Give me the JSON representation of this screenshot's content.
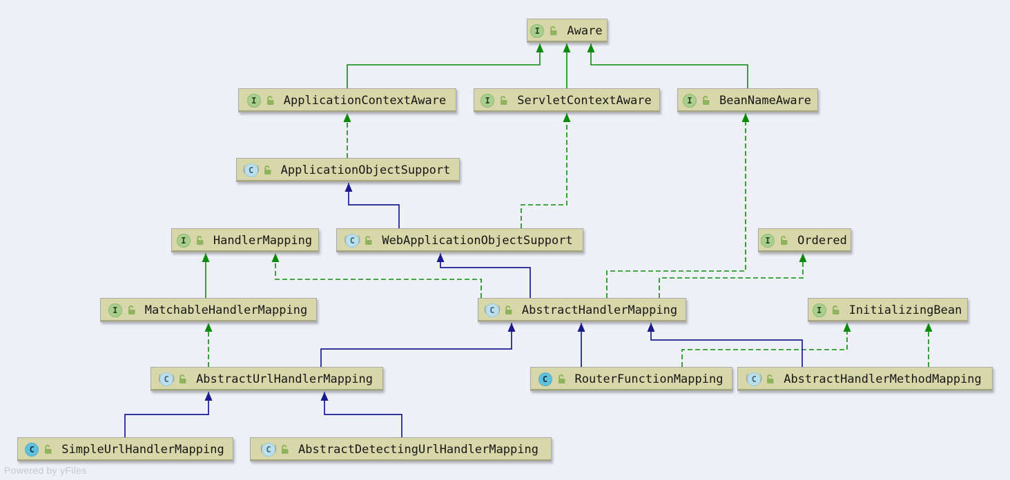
{
  "watermark": "Powered by yFiles",
  "colors": {
    "canvas": "#edf0f5",
    "node_fill": "#d7d7a9",
    "interface_edge": "#0b8a0b",
    "class_edge": "#1a1a8f",
    "interface_icon": "#a8cf8e",
    "class_icon": "#5fc1dc",
    "abstract_class_icon": "#b9e0ec"
  },
  "diagram": {
    "nodes": [
      {
        "id": "aware",
        "label": "Aware",
        "kind": "interface"
      },
      {
        "id": "application-context-aware",
        "label": "ApplicationContextAware",
        "kind": "interface"
      },
      {
        "id": "servlet-context-aware",
        "label": "ServletContextAware",
        "kind": "interface"
      },
      {
        "id": "bean-name-aware",
        "label": "BeanNameAware",
        "kind": "interface"
      },
      {
        "id": "application-object-support",
        "label": "ApplicationObjectSupport",
        "kind": "abstract-class"
      },
      {
        "id": "handler-mapping",
        "label": "HandlerMapping",
        "kind": "interface"
      },
      {
        "id": "web-application-object-support",
        "label": "WebApplicationObjectSupport",
        "kind": "abstract-class"
      },
      {
        "id": "ordered",
        "label": "Ordered",
        "kind": "interface"
      },
      {
        "id": "matchable-handler-mapping",
        "label": "MatchableHandlerMapping",
        "kind": "interface"
      },
      {
        "id": "abstract-handler-mapping",
        "label": "AbstractHandlerMapping",
        "kind": "abstract-class"
      },
      {
        "id": "initializing-bean",
        "label": "InitializingBean",
        "kind": "interface"
      },
      {
        "id": "abstract-url-handler-mapping",
        "label": "AbstractUrlHandlerMapping",
        "kind": "abstract-class"
      },
      {
        "id": "router-function-mapping",
        "label": "RouterFunctionMapping",
        "kind": "class"
      },
      {
        "id": "abstract-handler-method-mapping",
        "label": "AbstractHandlerMethodMapping",
        "kind": "abstract-class"
      },
      {
        "id": "simple-url-handler-mapping",
        "label": "SimpleUrlHandlerMapping",
        "kind": "class"
      },
      {
        "id": "abstract-detecting-url-handler-mapping",
        "label": "AbstractDetectingUrlHandlerMapping",
        "kind": "abstract-class"
      }
    ],
    "edges": [
      {
        "from": "application-context-aware",
        "to": "aware",
        "relation": "extends-interface"
      },
      {
        "from": "servlet-context-aware",
        "to": "aware",
        "relation": "extends-interface"
      },
      {
        "from": "bean-name-aware",
        "to": "aware",
        "relation": "extends-interface"
      },
      {
        "from": "matchable-handler-mapping",
        "to": "handler-mapping",
        "relation": "extends-interface"
      },
      {
        "from": "application-object-support",
        "to": "application-context-aware",
        "relation": "implements"
      },
      {
        "from": "web-application-object-support",
        "to": "servlet-context-aware",
        "relation": "implements"
      },
      {
        "from": "abstract-handler-mapping",
        "to": "bean-name-aware",
        "relation": "implements"
      },
      {
        "from": "abstract-handler-mapping",
        "to": "ordered",
        "relation": "implements"
      },
      {
        "from": "abstract-handler-mapping",
        "to": "handler-mapping",
        "relation": "implements"
      },
      {
        "from": "abstract-url-handler-mapping",
        "to": "matchable-handler-mapping",
        "relation": "implements"
      },
      {
        "from": "router-function-mapping",
        "to": "initializing-bean",
        "relation": "implements"
      },
      {
        "from": "abstract-handler-method-mapping",
        "to": "initializing-bean",
        "relation": "implements"
      },
      {
        "from": "web-application-object-support",
        "to": "application-object-support",
        "relation": "extends-class"
      },
      {
        "from": "abstract-handler-mapping",
        "to": "web-application-object-support",
        "relation": "extends-class"
      },
      {
        "from": "abstract-url-handler-mapping",
        "to": "abstract-handler-mapping",
        "relation": "extends-class"
      },
      {
        "from": "router-function-mapping",
        "to": "abstract-handler-mapping",
        "relation": "extends-class"
      },
      {
        "from": "abstract-handler-method-mapping",
        "to": "abstract-handler-mapping",
        "relation": "extends-class"
      },
      {
        "from": "simple-url-handler-mapping",
        "to": "abstract-url-handler-mapping",
        "relation": "extends-class"
      },
      {
        "from": "abstract-detecting-url-handler-mapping",
        "to": "abstract-url-handler-mapping",
        "relation": "extends-class"
      }
    ]
  }
}
